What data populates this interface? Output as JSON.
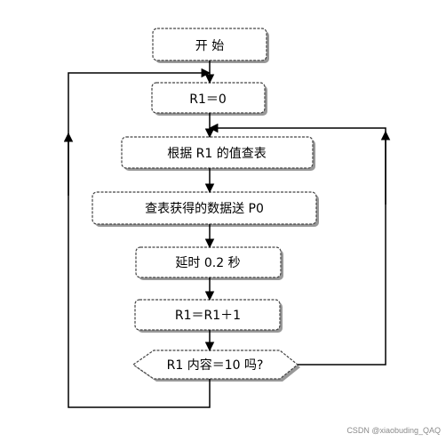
{
  "nodes": {
    "start": "开  始",
    "init": "R1＝0",
    "lookup": "根据 R1 的值查表",
    "send": "查表获得的数据送 P0",
    "delay": "延时 0.2 秒",
    "increment": "R1＝R1＋1",
    "decision": "R1 内容＝10 吗?"
  },
  "watermark": "CSDN @xiaobuding_QAQ"
}
